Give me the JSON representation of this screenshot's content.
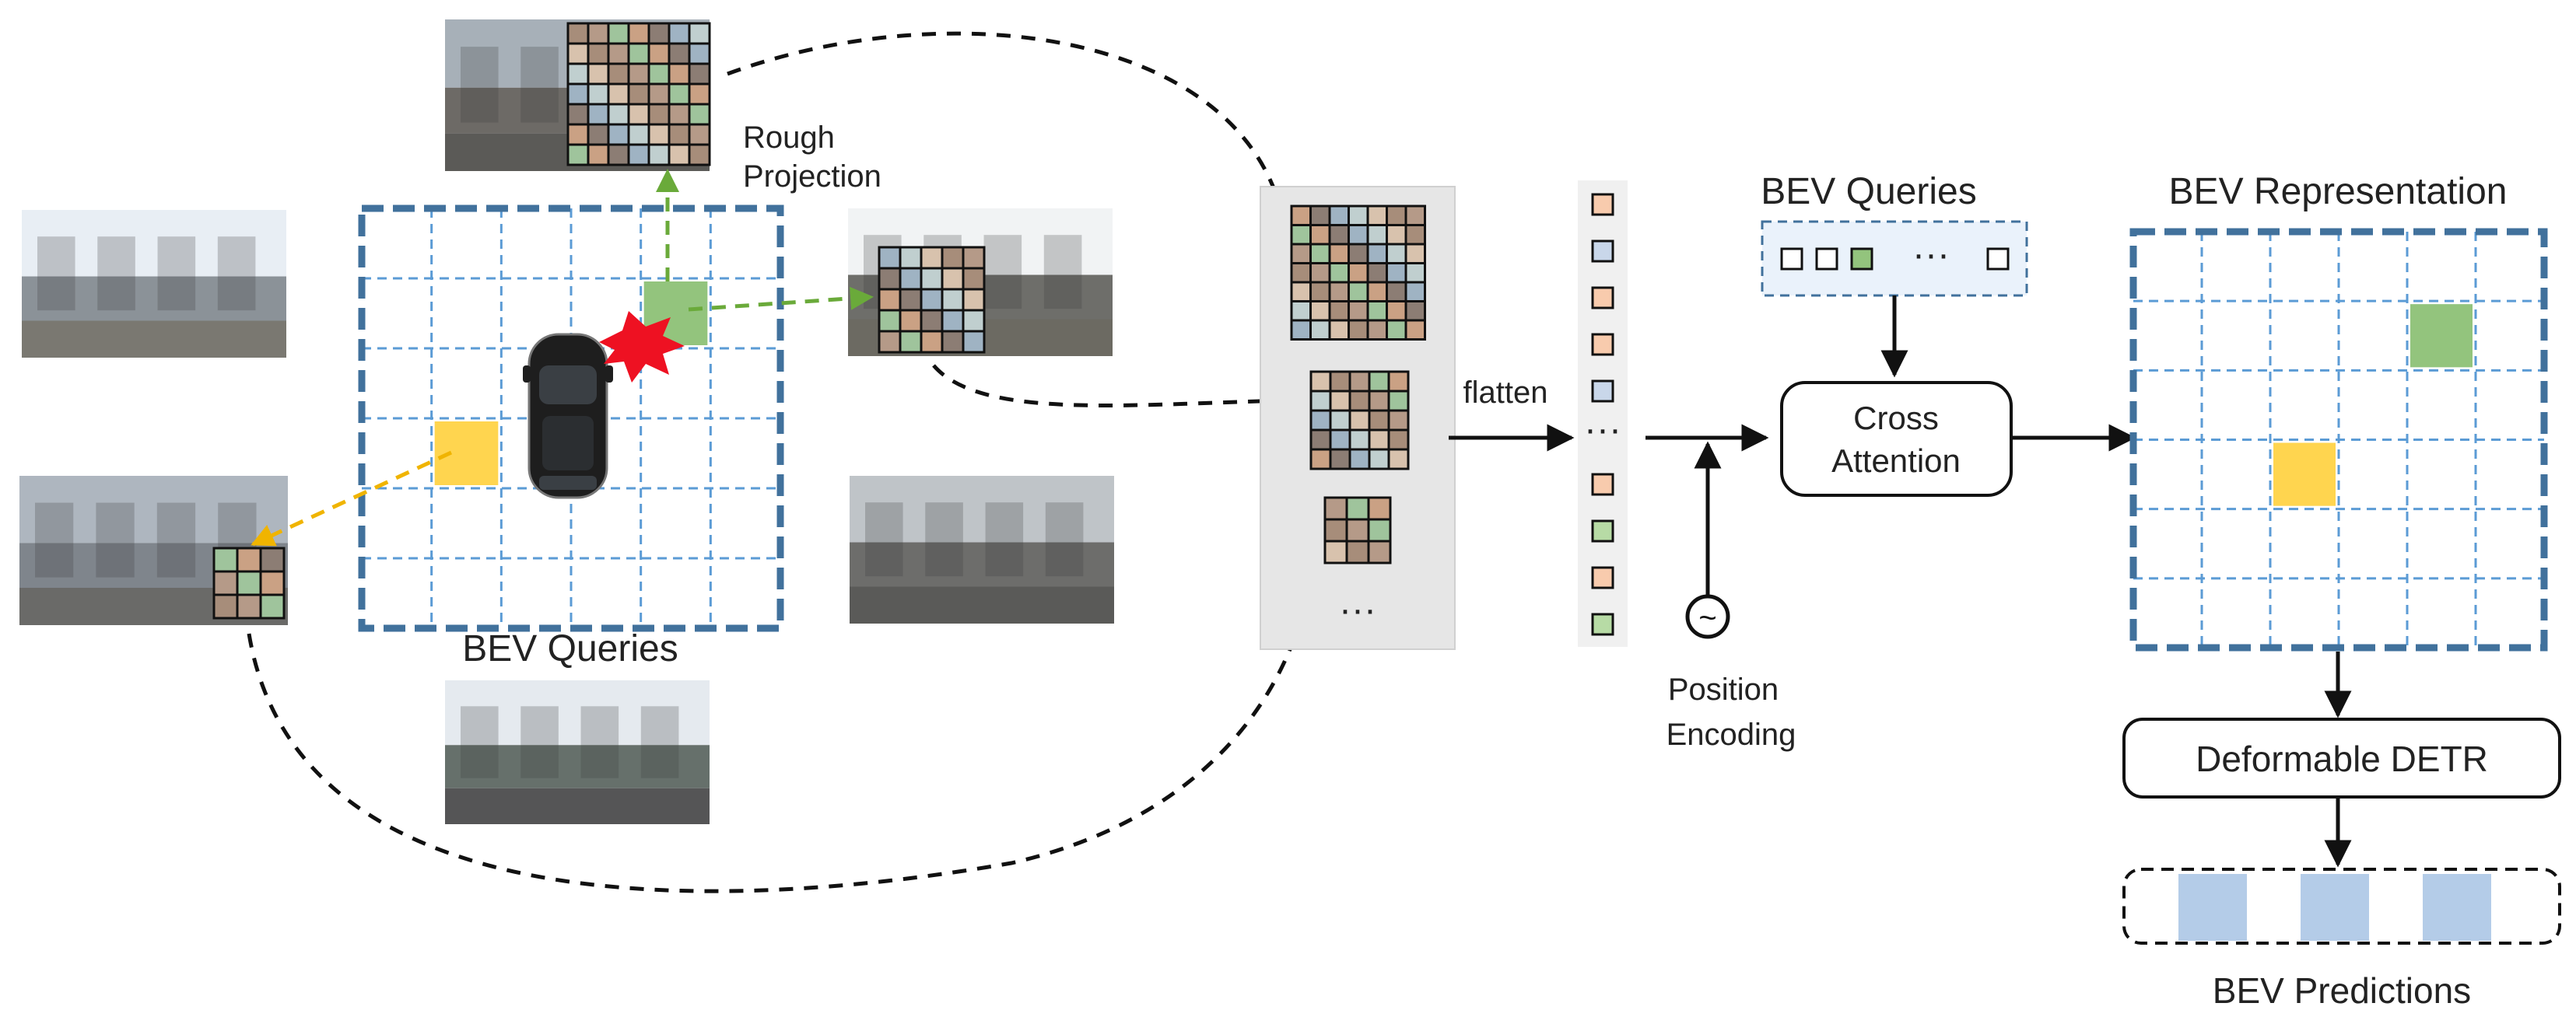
{
  "labels": {
    "rough_projection": [
      "Rough",
      "Projection"
    ],
    "bev_queries_left": "BEV Queries",
    "flatten": "flatten",
    "ellipsis": "···",
    "position_encoding": [
      "Position",
      "Encoding"
    ],
    "position_symbol": "~",
    "bev_queries_right": "BEV Queries",
    "cross_attention": [
      "Cross",
      "Attention"
    ],
    "bev_representation": "BEV Representation",
    "deformable_detr": "Deformable DETR",
    "bev_predictions": "BEV Predictions"
  },
  "colors": {
    "bev_grid_border": "#41719c",
    "bev_grid_lines": "#5b9bd5",
    "green_cell": "#93c47d",
    "yellow_cell": "#ffd54f",
    "token_orange": "#f8cbad",
    "token_blue": "#c9d7ea",
    "token_green": "#b7dba5",
    "prediction_box": "#b4cce8",
    "panel_gray": "#e6e6e6",
    "arrow": "#111111",
    "green_dashed": "#6aaa3a",
    "yellow_dashed": "#f0b400",
    "hit_marker": "#ee1122"
  },
  "camera_views": [
    {
      "name": "camera-front-top",
      "sky": "#a7b0b8",
      "mid": "#6d6a66",
      "ground": "#5b5a57"
    },
    {
      "name": "camera-front-left",
      "sky": "#e8eef4",
      "mid": "#8b9298",
      "ground": "#7a7871"
    },
    {
      "name": "camera-right",
      "sky": "#f1f3f4",
      "mid": "#6e6e6a",
      "ground": "#6c6a62"
    },
    {
      "name": "camera-left-back",
      "sky": "#aeb6bf",
      "mid": "#7f858c",
      "ground": "#6a6a68"
    },
    {
      "name": "camera-right-back",
      "sky": "#bfc4c8",
      "mid": "#6d6d6b",
      "ground": "#5a5a58"
    },
    {
      "name": "camera-back",
      "sky": "#e5eaef",
      "mid": "#66706b",
      "ground": "#555556"
    }
  ],
  "feature_patch_colors": [
    "#caa184",
    "#a78d7a",
    "#9fb3c3",
    "#9fc49c",
    "#d8c2ad",
    "#8c7d74",
    "#b59a88",
    "#c0cfcf"
  ],
  "flatten_tokens": [
    "orange",
    "blue",
    "orange",
    "orange",
    "blue",
    "orange",
    "green",
    "orange",
    "green"
  ],
  "bev_query_tokens": [
    "empty",
    "empty",
    "green",
    "empty"
  ],
  "prediction_count": 3
}
